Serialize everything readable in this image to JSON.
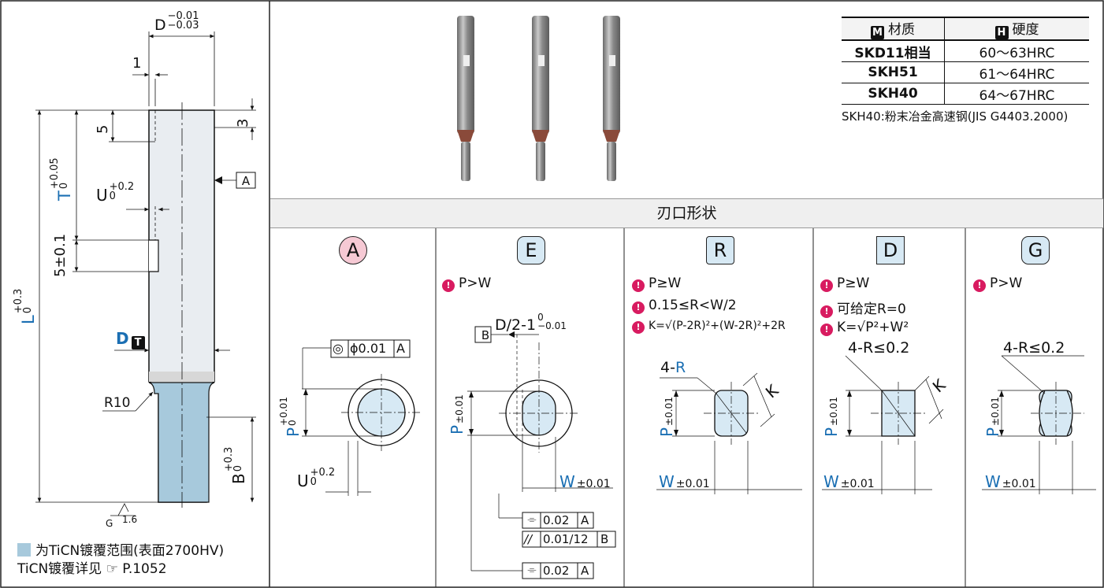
{
  "materials": {
    "header_material_icon": "M",
    "header_material": "材质",
    "header_hardness_icon": "H",
    "header_hardness": "硬度",
    "rows": [
      {
        "material": "SKD11相当",
        "hardness": "60～63HRC"
      },
      {
        "material": "SKH51",
        "hardness": "61～64HRC"
      },
      {
        "material": "SKH40",
        "hardness": "64～67HRC"
      }
    ],
    "note": "SKH40:粉末冶金高速钢(JIS G4403.2000)"
  },
  "section_title": "刃口形状",
  "drawing": {
    "D_tol": "D-0.01/-0.03",
    "dim_1": "1",
    "dim_5_top": "5",
    "dim_3": "3",
    "T_label": "T",
    "T_tol": "+0.05/0",
    "U_label": "U",
    "U_tol": "+0.2/0",
    "dim_5_groove": "5±0.1",
    "L_label": "L",
    "L_tol": "+0.3/0",
    "D_mark": "D",
    "D_mark_icon": "T",
    "R10": "R10",
    "datum_A": "A",
    "B_label": "B",
    "B_tol": "+0.3/0",
    "roughness": "1.6",
    "roughness_g": "G"
  },
  "legend": {
    "line1": "为TiCN镀覆范围(表面2700HV)",
    "line2": "TiCN镀覆详见",
    "ref_icon": "☞",
    "line2_ref": "P.1052"
  },
  "shapes": {
    "A": {
      "badge": "A",
      "color": "#f6c9d4",
      "conditions": [],
      "concentricity": "◎",
      "conc_value": "ϕ0.01",
      "conc_datum": "A",
      "P_label": "P",
      "P_tol": "+0.01/0",
      "U_label": "U",
      "U_tol": "+0.2/0"
    },
    "E": {
      "badge": "E",
      "color": "#d7e9f4",
      "conditions": [
        "P>W"
      ],
      "offset_label": "D/2-1",
      "offset_tol": "0/-0.01",
      "datum_B": "B",
      "P_label": "P",
      "P_tol": "±0.01",
      "W_label": "W",
      "W_tol": "±0.01",
      "sym1": "⌯",
      "sym1_val": "0.02",
      "sym1_datum": "A",
      "par": "//",
      "par_val": "0.01/12",
      "par_datum": "B",
      "sym2": "⌯",
      "sym2_val": "0.02",
      "sym2_datum": "A"
    },
    "R": {
      "badge": "R",
      "color": "#d7e9f4",
      "conditions": [
        "P≥W",
        "0.15≤R<W/2",
        "K=√(P-2R)²+(W-2R)²+2R"
      ],
      "corner": "4-",
      "corner_r": "R",
      "K_label": "K",
      "P_label": "P",
      "P_tol": "±0.01",
      "W_label": "W",
      "W_tol": "±0.01"
    },
    "D": {
      "badge": "D",
      "color": "#d7e9f4",
      "conditions": [
        "P≥W",
        "可给定R=0",
        "K=√P²+W²"
      ],
      "corner": "4-R≤0.2",
      "K_label": "K",
      "P_label": "P",
      "P_tol": "±0.01",
      "W_label": "W",
      "W_tol": "±0.01"
    },
    "G": {
      "badge": "G",
      "color": "#d7e9f4",
      "conditions": [
        "P>W"
      ],
      "corner": "4-R≤0.2",
      "P_label": "P",
      "P_tol": "±0.01",
      "W_label": "W",
      "W_tol": "±0.01"
    }
  },
  "colors": {
    "accent": "#1b6fb3",
    "coating": "#a7c9dc",
    "body": "#e9edf1",
    "warn": "#d81b60"
  }
}
